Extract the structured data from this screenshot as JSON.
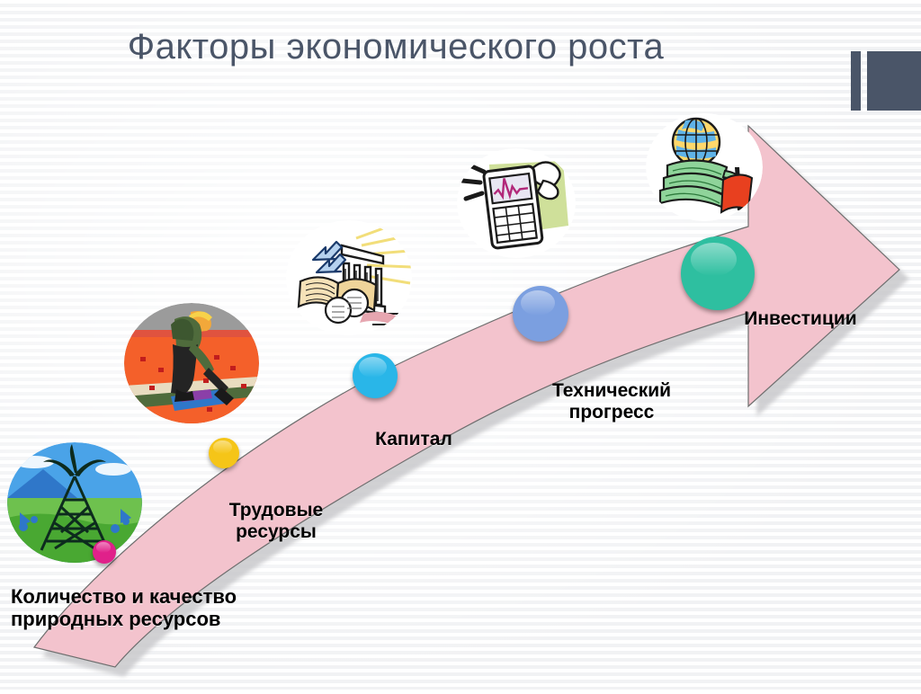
{
  "slide": {
    "title": "Факторы экономического роста",
    "title_color": "#4a5568",
    "background_color": "#ffffff",
    "stripe_color": "#f1f2f4"
  },
  "decoration": {
    "accent_color": "#4a5568",
    "thin_bar_name": "thin-accent-bar",
    "wide_bar_name": "wide-accent-bar"
  },
  "arrow": {
    "fill_color": "#f3c3cd",
    "stroke_color": "#6a6a6a",
    "shadow_color": "#9a9a9a",
    "direction": "up-right",
    "name": "growth-arrow"
  },
  "steps": [
    {
      "id": "natural-resources",
      "label": "Количество и качество\nприродных ресурсов",
      "label_line1": "Количество и качество",
      "label_line2": "природных ресурсов",
      "dot_color": "#e0218a",
      "dot_size": 26,
      "icon_name": "oil-derrick-icon",
      "icon_description": "Нефтяная вышка на зелёных холмах под голубым небом"
    },
    {
      "id": "labor-resources",
      "label": "Трудовые\nресурсы",
      "label_line1": "Трудовые",
      "label_line2": "ресурсы",
      "dot_color": "#f5c518",
      "dot_size": 34,
      "icon_name": "worker-icon",
      "icon_description": "Рабочий в жёлтой каске на поле"
    },
    {
      "id": "capital",
      "label": "Капитал",
      "label_line1": "Капитал",
      "label_line2": "",
      "dot_color": "#29b6e8",
      "dot_size": 50,
      "icon_name": "bank-building-icon",
      "icon_description": "Здание банка с колоннами, монеты, книга и стрелки"
    },
    {
      "id": "technical-progress",
      "label": "Технический\nпрогресс",
      "label_line1": "Технический",
      "label_line2": "прогресс",
      "dot_color": "#7b9fe0",
      "dot_size": 62,
      "icon_name": "calculator-device-icon",
      "icon_description": "Калькулятор с графиком на экране и рука"
    },
    {
      "id": "investments",
      "label": "Инвестиции",
      "label_line1": "Инвестиции",
      "label_line2": "",
      "dot_color": "#2ebfa0",
      "dot_size": 82,
      "icon_name": "money-globe-icon",
      "icon_description": "Фигура из денег с глобусом вместо головы и красный флаг"
    }
  ]
}
